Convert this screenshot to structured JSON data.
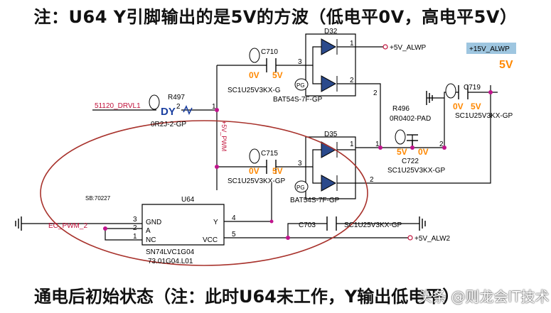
{
  "title_top": "注：U64 Y引脚输出的是5V的方波（低电平0V，高电平5V）",
  "title_bottom": "通电后初始状态（注：此时U64未工作，Y输出低电平）",
  "watermark": "头条 @则龙会IT技术",
  "labels": {
    "d32": "D32",
    "d35": "D35",
    "c710": "C710",
    "c715": "C715",
    "c719": "C719",
    "c722": "C722",
    "c703": "C703",
    "r497": "R497",
    "r496": "R496",
    "u64": "U64",
    "c_part": "SC1U25V3KX-GP",
    "c710_part": "SC1U25V3KX-G",
    "bat_part": "BAT54S-7F-GP",
    "r497_part": "0R2J-2-GP",
    "r496_part": "0R0402-PAD",
    "u64_part": "SN74LVC1G04",
    "u64_part2": "73.01G04.L01",
    "sb": "SB:70227",
    "net_alwp": "+5V_ALWP",
    "net_15v": "+15V_ALWP",
    "net_alw2": "+5V_ALW2",
    "net_drvl": "51120_DRVL1",
    "net_pwm": "EC_PWM_2",
    "net_5vpwm": "+5V_PWM",
    "pin_gnd": "GND",
    "pin_a": "A",
    "pin_nc": "NC",
    "pin_y": "Y",
    "pin_vcc": "VCC",
    "dy": "DY",
    "pg": "PG",
    "v0": "0V",
    "v5": "5V",
    "big5v": "5V"
  },
  "pins": {
    "p1": "1",
    "p2": "2",
    "p3": "3",
    "p4": "4",
    "p5": "5"
  },
  "colors": {
    "wire": "#000000",
    "net_red": "#c0103a",
    "ellipse": "#a8322c",
    "volt_orange": "#ff8800",
    "node": "#c0148c",
    "diode_fill": "#2b4a8c",
    "hl_bg": "#9ec6e0"
  }
}
